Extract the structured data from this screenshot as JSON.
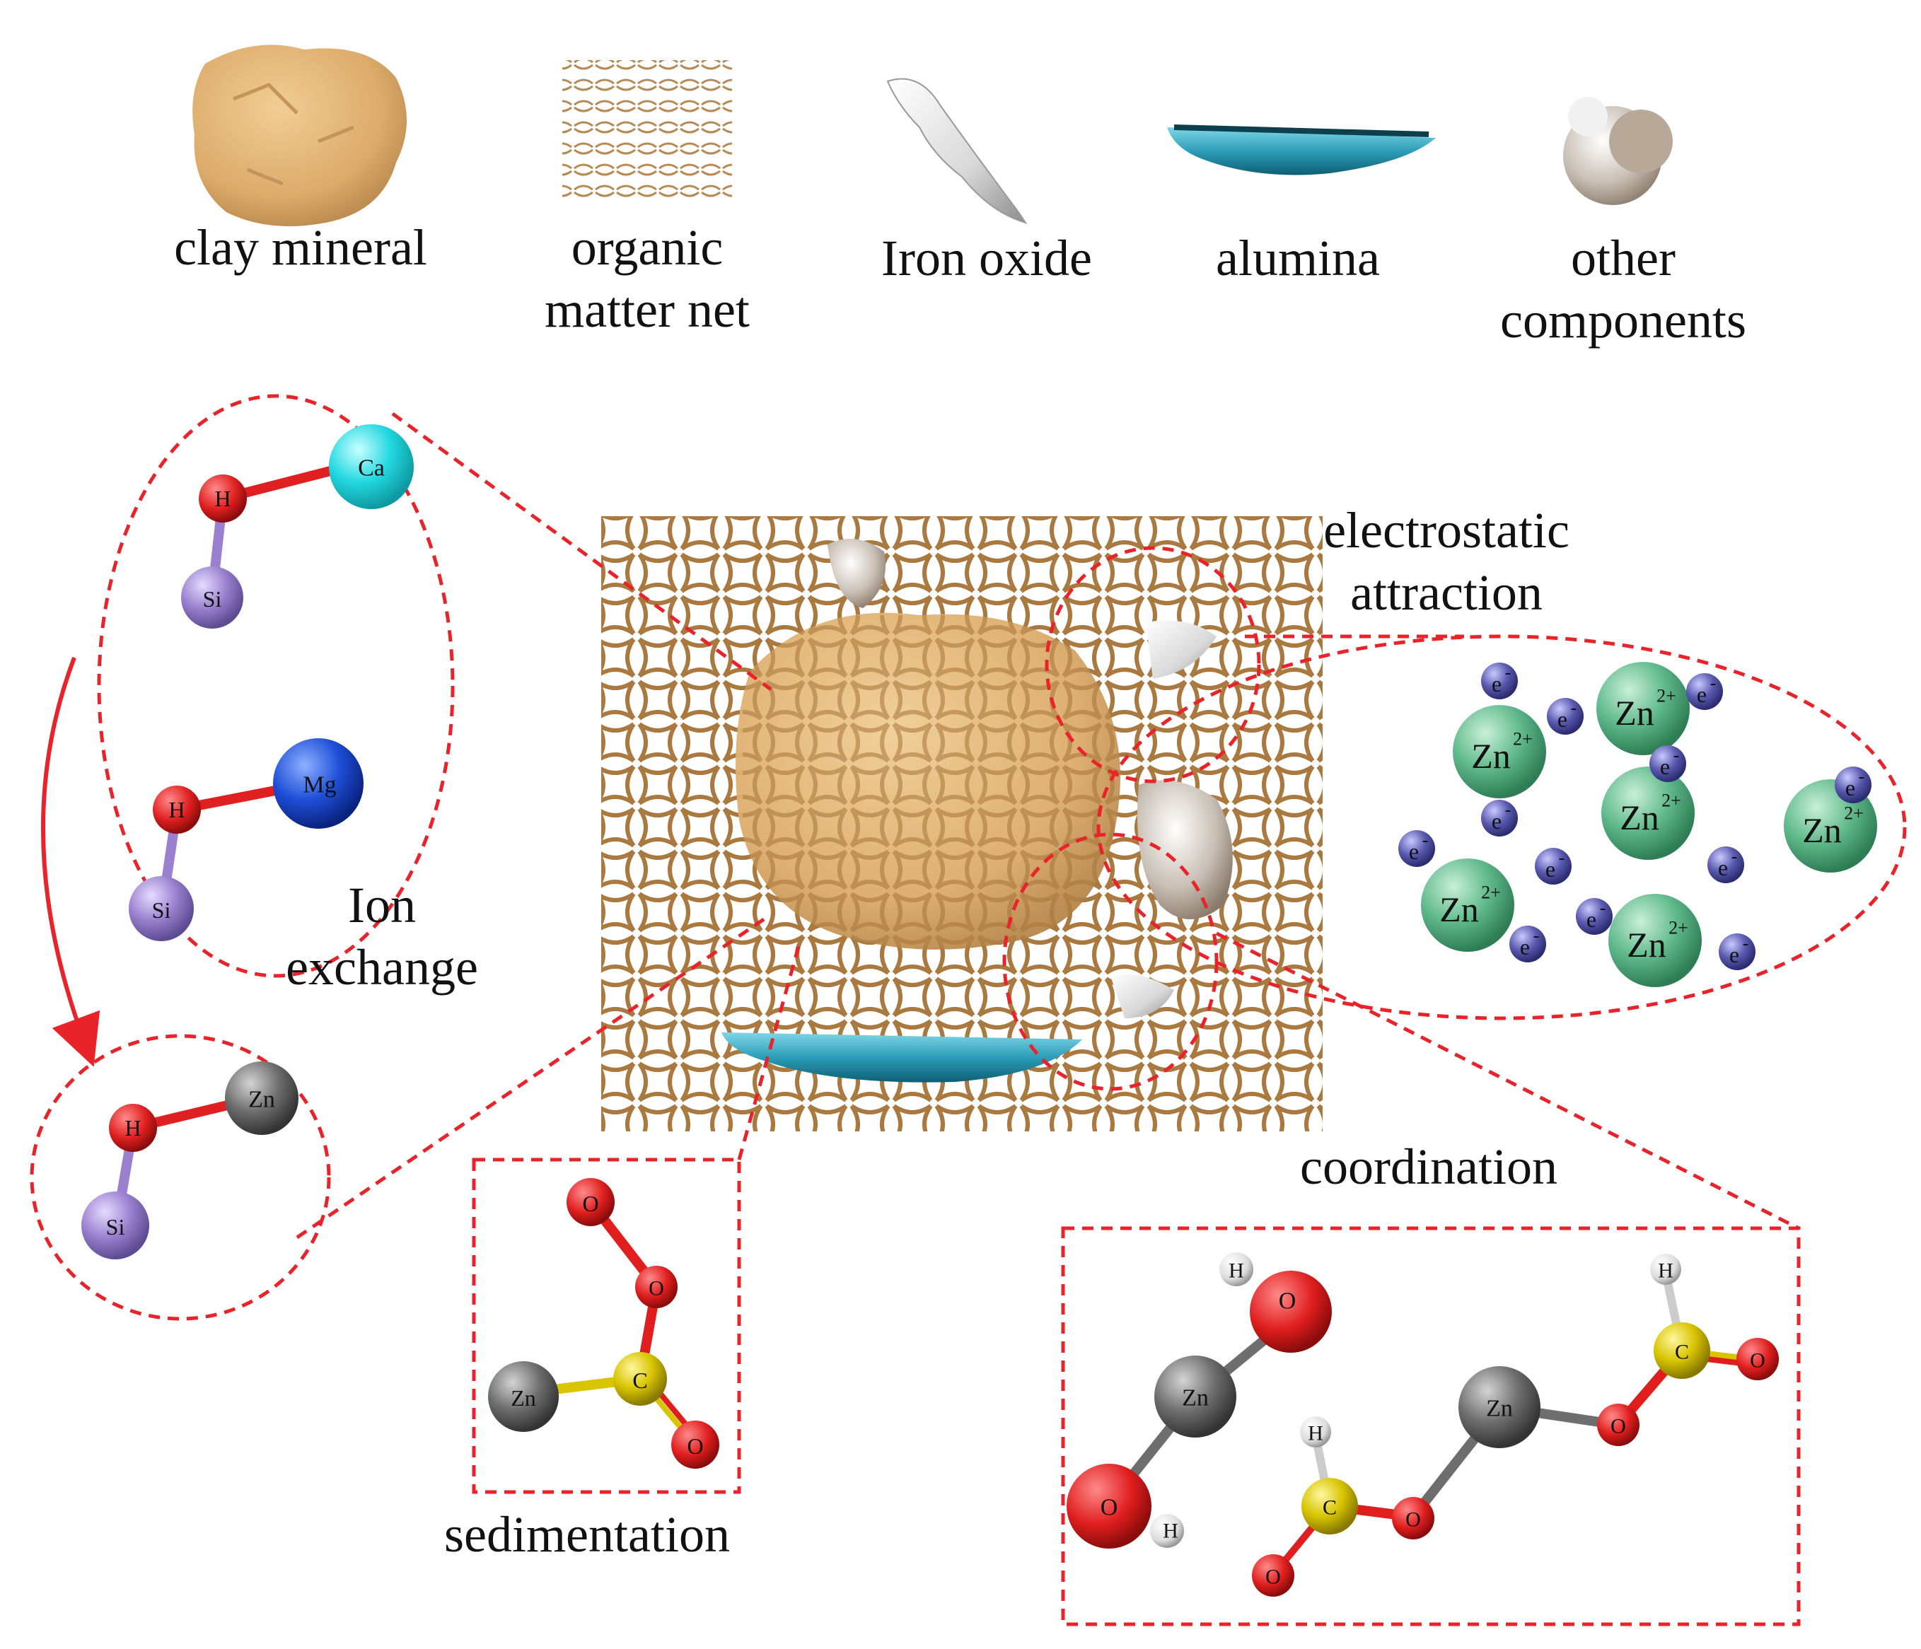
{
  "legend": {
    "clay_mineral": "clay mineral",
    "organic_line1": "organic",
    "organic_line2": "matter net",
    "iron_oxide": "Iron oxide",
    "alumina": "alumina",
    "other_line1": "other",
    "other_line2": "components"
  },
  "mechanisms": {
    "ion_exchange_line1": "Ion",
    "ion_exchange_line2": "exchange",
    "electrostatic_line1": "electrostatic",
    "electrostatic_line2": "attraction",
    "coordination": "coordination",
    "sedimentation": "sedimentation"
  },
  "atoms": {
    "H": "H",
    "Ca": "Ca",
    "Si": "Si",
    "Mg": "Mg",
    "Zn": "Zn",
    "O": "O",
    "C": "C",
    "zn2": "Zn",
    "zn2_charge": "2+",
    "electron": "e",
    "electron_charge": "-"
  },
  "colors": {
    "dashed_outline": "#e8232a",
    "arrow": "#e8232a",
    "clay": "#dcab6a",
    "organic_net": "#a9793f",
    "alumina": "#2c9db8",
    "H_atom": "#d81e1e",
    "Ca_atom": "#22d8e0",
    "Si_atom": "#9a80cf",
    "Mg_atom": "#1f4fd8",
    "Zn_atom": "#6e6e6e",
    "O_atom": "#e01e1e",
    "C_atom": "#d8c400",
    "zn_ion": "#4caf7f",
    "electron": "#5a5ab0"
  }
}
